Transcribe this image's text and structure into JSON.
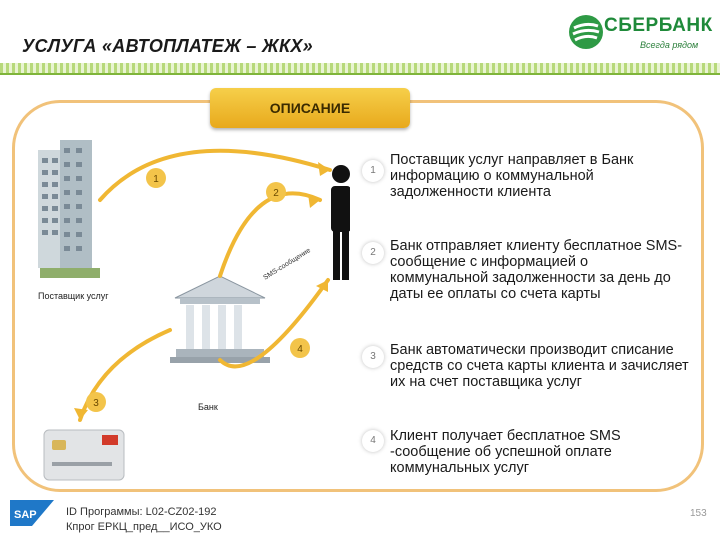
{
  "header": {
    "title": "УСЛУГА «АВТОПЛАТЕЖ – ЖКХ»",
    "logo_name": "СБЕРБАНК",
    "logo_tagline": "Всегда рядом"
  },
  "description_label": "ОПИСАНИЕ",
  "diagram": {
    "supplier_label": "Поставщик услуг",
    "bank_label": "Банк",
    "sms_label": "SMS-сообщение",
    "arrow_numbers": [
      "1",
      "2",
      "3",
      "4"
    ]
  },
  "steps": [
    {
      "num": "1",
      "text": "Поставщик услуг направляет в Банк информацию о коммунальной задолженности клиента"
    },
    {
      "num": "2",
      "text": "Банк отправляет клиенту бесплатное SMS-сообщение с информацией о коммунальной задолженности за день до даты ее оплаты со счета карты"
    },
    {
      "num": "3",
      "text": "Банк автоматически производит списание средств со счета карты клиента и зачисляет их на счет поставщика услуг"
    },
    {
      "num": "4",
      "text": "Клиент получает бесплатное SMS -сообщение об успешной оплате коммунальных услуг"
    }
  ],
  "footer": {
    "program_id": "ID Программы:  L02-CZ02-192",
    "project": "Кпрог ЕРКЦ_пред__ИСО_УКО",
    "page": "153"
  },
  "colors": {
    "brand_green": "#1f8a3a",
    "accent_yellow": "#f3c44a",
    "frame_orange": "#f1c27a"
  }
}
